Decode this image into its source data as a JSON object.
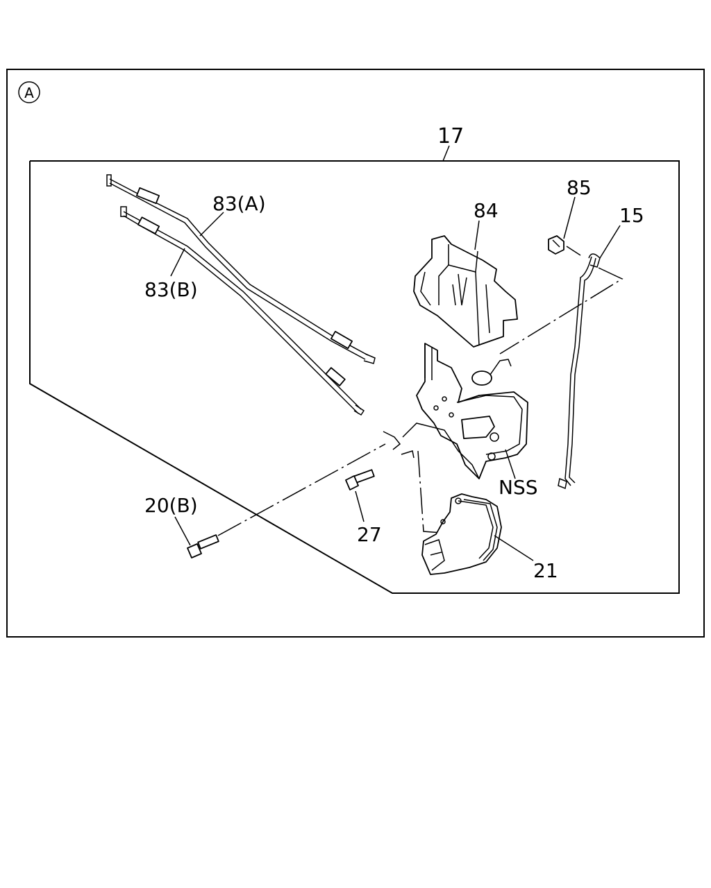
{
  "diagram": {
    "section_marker": "A",
    "assembly_label": "17",
    "callouts": [
      {
        "id": "cable-a",
        "text": "83(A)"
      },
      {
        "id": "cable-b",
        "text": "83(B)"
      },
      {
        "id": "bracket",
        "text": "84"
      },
      {
        "id": "clip",
        "text": "85"
      },
      {
        "id": "rod",
        "text": "15"
      },
      {
        "id": "latch",
        "text": "NSS"
      },
      {
        "id": "screw",
        "text": "27"
      },
      {
        "id": "bolt",
        "text": "20(B)"
      },
      {
        "id": "actuator",
        "text": "21"
      }
    ]
  }
}
